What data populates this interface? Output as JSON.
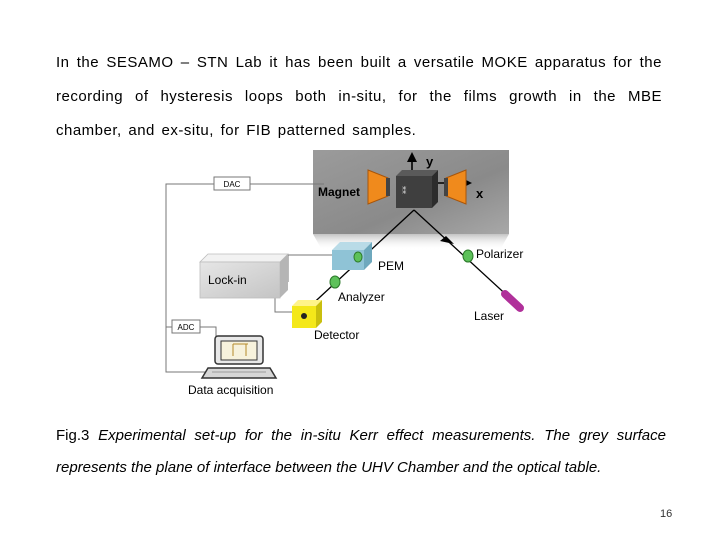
{
  "paragraph": {
    "line1": "In the SESAMO – STN  Lab it has been built a versatile MOKE apparatus for the",
    "line2": "recording of hysteresis loops  both in-situ,   for the films growth in the MBE",
    "line3": "chamber, and ex-situ, for  FIB patterned samples."
  },
  "figure": {
    "labels": {
      "dac": "DAC",
      "adc": "ADC",
      "magnet": "Magnet",
      "y_axis": "y",
      "x_axis": "x",
      "lockin": "Lock-in",
      "pem": "PEM",
      "polarizer": "Polarizer",
      "analyzer": "Analyzer",
      "laser": "Laser",
      "detector": "Detector",
      "data_acquisition": "Data acquisition"
    },
    "colors": {
      "grey_surface": "#8a8a8a",
      "magnet_orange": "#f08a1c",
      "pem_blue": "#8fc3d6",
      "optic_green": "#5dc15a",
      "laser_purple": "#b0309a",
      "detector_yellow": "#f4e81a"
    }
  },
  "caption": {
    "fig_label": "Fig.",
    "fig_number": "3",
    "text_line1": " Experimental set-up for the in-situ Kerr effect measurements. The grey surface",
    "text_line2": "represents the plane of interface between the UHV Chamber and the optical table."
  },
  "page_number": "16"
}
